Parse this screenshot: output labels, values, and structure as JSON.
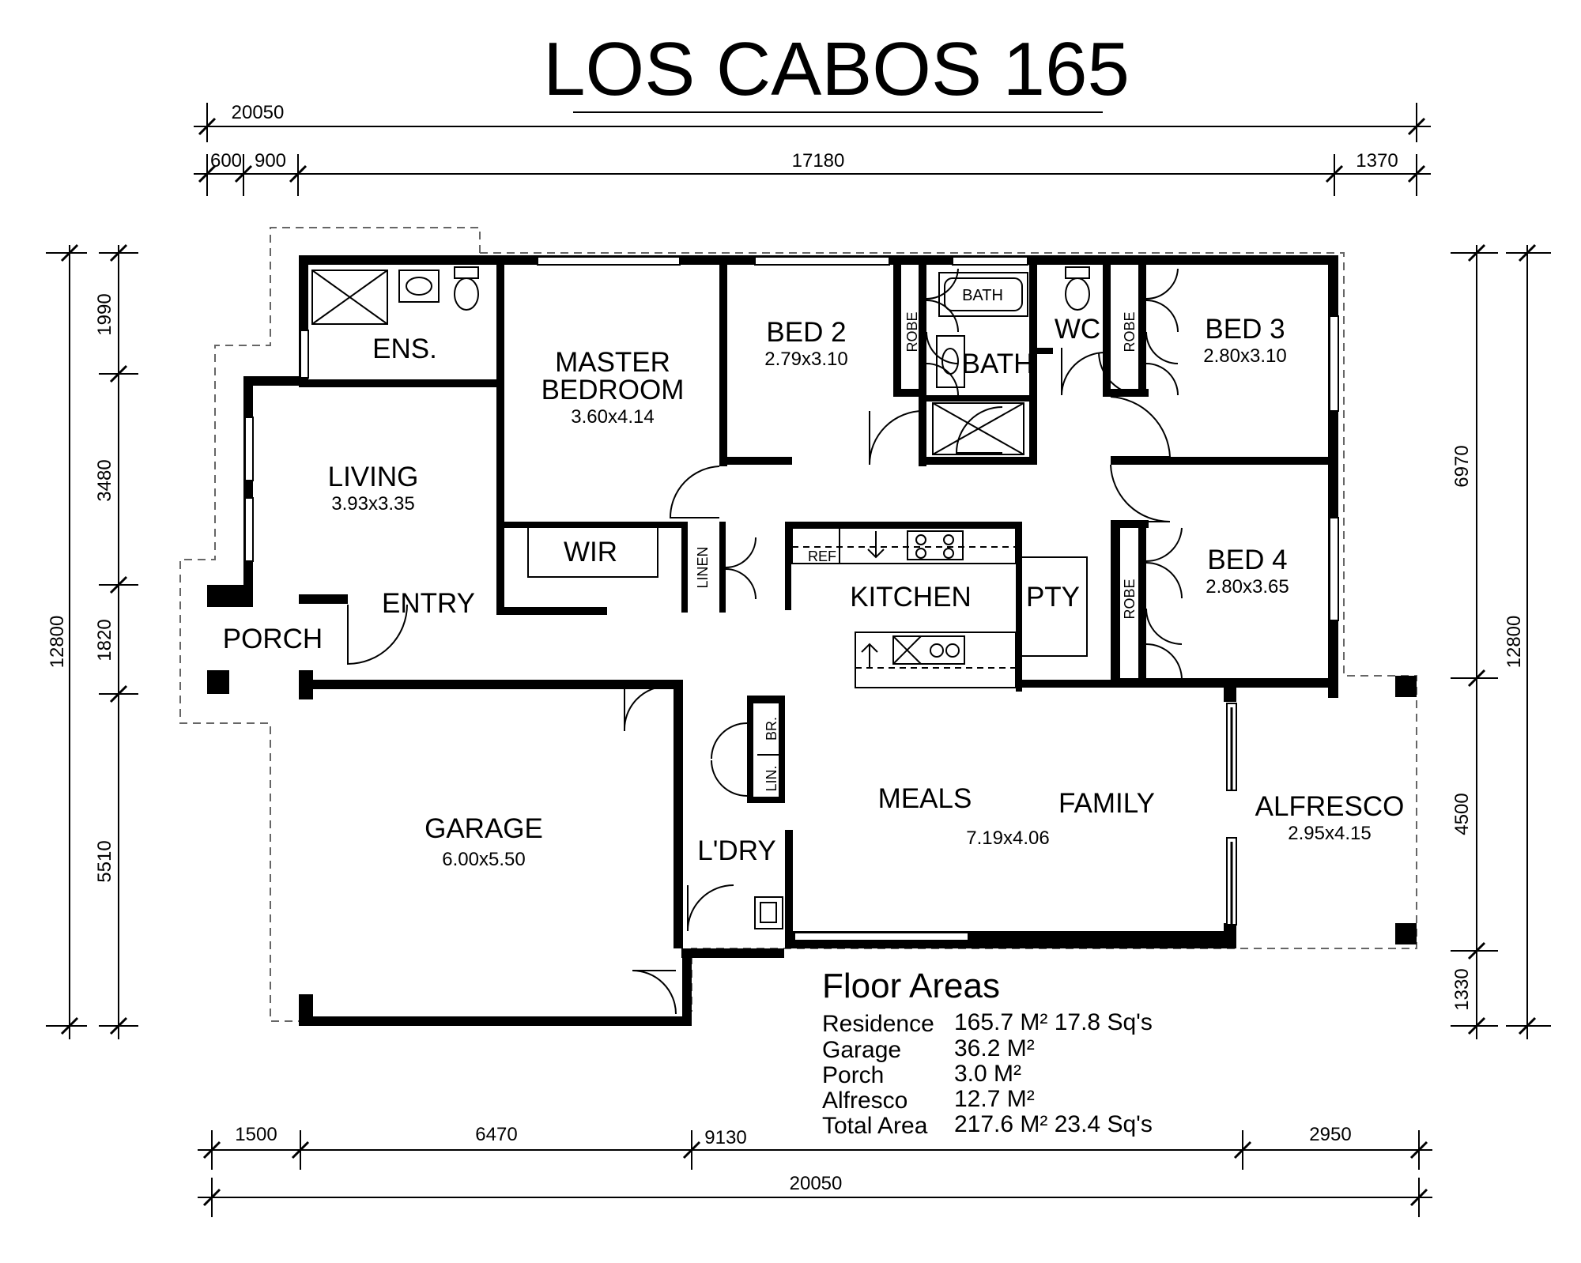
{
  "title": "LOS CABOS 165",
  "rooms": {
    "ensuite": {
      "label": "ENS."
    },
    "master": {
      "label1": "MASTER",
      "label2": "BEDROOM",
      "size": "3.60x4.14"
    },
    "bed2": {
      "label": "BED 2",
      "size": "2.79x3.10"
    },
    "bath": {
      "label": "BATH",
      "fixture": "BATH"
    },
    "wc": {
      "label": "WC"
    },
    "bed3": {
      "label": "BED 3",
      "size": "2.80x3.10"
    },
    "living": {
      "label": "LIVING",
      "size": "3.93x3.35"
    },
    "wir": {
      "label": "WIR"
    },
    "linen": {
      "label": "LINEN"
    },
    "entry": {
      "label": "ENTRY"
    },
    "porch": {
      "label": "PORCH"
    },
    "kitchen": {
      "label": "KITCHEN",
      "fridge": "REF"
    },
    "pantry": {
      "label": "PTY"
    },
    "bed4": {
      "label": "BED 4",
      "size": "2.80x3.65"
    },
    "garage": {
      "label": "GARAGE",
      "size": "6.00x5.50"
    },
    "laundry": {
      "label": "L'DRY",
      "br": "BR.",
      "lin": "LIN."
    },
    "meals": {
      "label": "MEALS"
    },
    "family": {
      "label": "FAMILY",
      "size": "7.19x4.06"
    },
    "alfresco": {
      "label": "ALFRESCO",
      "size": "2.95x4.15"
    },
    "robe": "ROBE"
  },
  "dimensions": {
    "top_overall": "20050",
    "top_segments": [
      "600",
      "900",
      "17180",
      "1370"
    ],
    "bottom_overall": "20050",
    "bottom_segments": [
      "1500",
      "6470",
      "9130",
      "2950"
    ],
    "left_overall": "12800",
    "left_segments": [
      "1990",
      "3480",
      "1820",
      "5510"
    ],
    "right_overall": "12800",
    "right_segments": [
      "6970",
      "4500",
      "1330"
    ]
  },
  "floor_areas": {
    "heading": "Floor Areas",
    "rows": [
      {
        "label": "Residence",
        "value": "165.7 M² 17.8 Sq's"
      },
      {
        "label": "Garage",
        "value": "36.2 M²"
      },
      {
        "label": "Porch",
        "value": "3.0 M²"
      },
      {
        "label": "Alfresco",
        "value": "12.7 M²"
      },
      {
        "label": "Total Area",
        "value": "217.6 M² 23.4 Sq's"
      }
    ]
  }
}
